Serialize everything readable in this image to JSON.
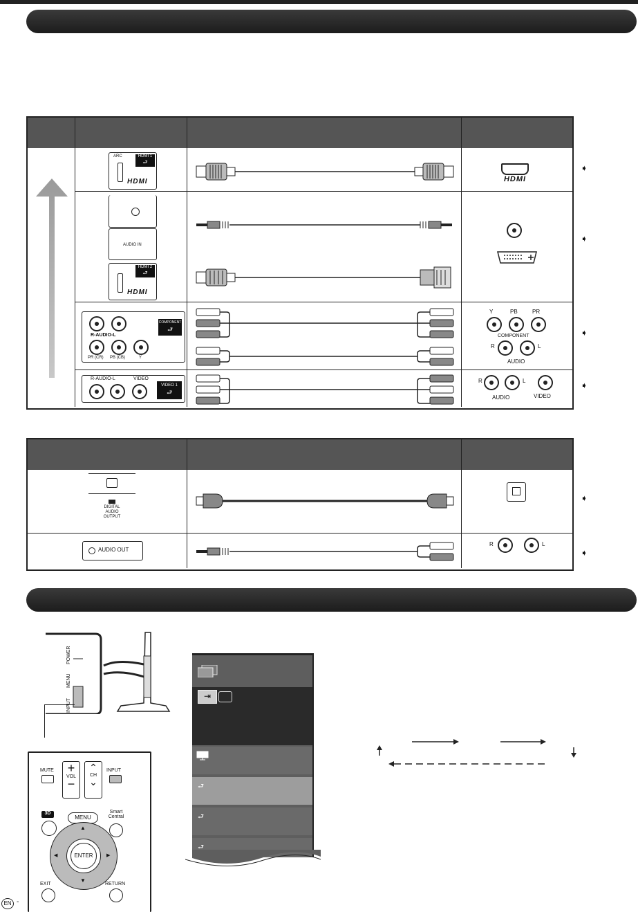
{
  "device_panel": {
    "hdmi1_arc": "ARC",
    "hdmi1_label": "HDMI 1",
    "hdmi2_label": "HDMI 2",
    "hdmi_logo": "HDMI",
    "audio_in": "AUDIO IN",
    "component_label": "COMPONENT",
    "r_audio_l": "R-AUDIO-L",
    "pr_cr": "PR (CR)",
    "pb_cb": "PB (CB)",
    "y": "Y",
    "video": "VIDEO",
    "video1_label": "VIDEO 1",
    "digital_audio_output": "DIGITAL AUDIO OUTPUT",
    "audio_out": "AUDIO OUT"
  },
  "external_jacks": {
    "hdmi_logo": "HDMI",
    "component_y": "Y",
    "component_pb": "PB",
    "component_pr": "PR",
    "component_label": "COMPONENT",
    "r": "R",
    "l": "L",
    "audio": "AUDIO",
    "video": "VIDEO"
  },
  "tv_side": {
    "power": "POWER",
    "menu": "MENU",
    "input": "INPUT"
  },
  "remote": {
    "mute": "MUTE",
    "vol": "VOL",
    "ch": "CH",
    "input": "INPUT",
    "three_d": "3D",
    "menu": "MENU",
    "smart": "Smart",
    "central": "Central",
    "enter": "ENTER",
    "exit": "EXIT",
    "return": "RETURN"
  },
  "footer": {
    "lang_badge": "EN",
    "dash": "-"
  },
  "ref_arrow": "➧"
}
